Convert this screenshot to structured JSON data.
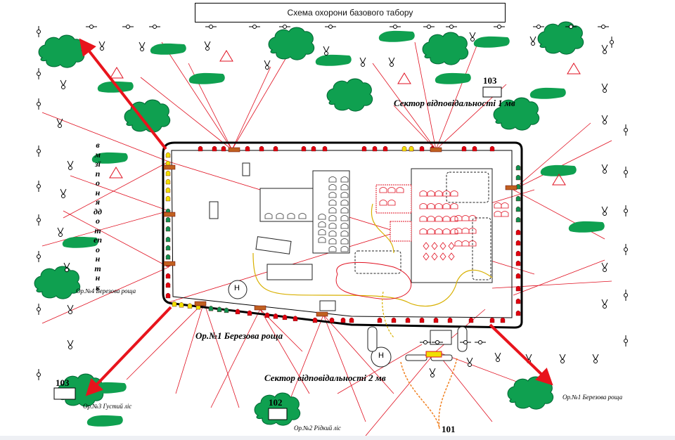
{
  "title": "Схема охорони базового табору",
  "colors": {
    "forest": "#0fa050",
    "sector_line": "#e01020",
    "arrow": "#e8141c",
    "perimeter": "#000000",
    "path": "#d8b000",
    "path_orange": "#f08020",
    "post_red": "#e00010",
    "post_green": "#109050",
    "post_yellow": "#f0e000"
  },
  "labels": {
    "sector_1": "Сектор відповідальності 1 мв",
    "sector_2": "Сектор відповідальності 2 мв",
    "orientir_1_center": "Ор.№1 Березова роща",
    "orientir_1_right": "Ор.№1 Березова роща",
    "orientir_2": "Ор.№2 Рідкий ліс",
    "orientir_3": "Ор.№3 Густий ліс",
    "orientir_4": "Ор.№4 Березова роща",
    "vertical_note": "в м з ї п о н я д д о т е п о н т н к"
  },
  "points": {
    "p103_top": "103",
    "p103_left": "103",
    "p102": "102",
    "p101": "101"
  },
  "helipads": [
    "H",
    "H"
  ]
}
